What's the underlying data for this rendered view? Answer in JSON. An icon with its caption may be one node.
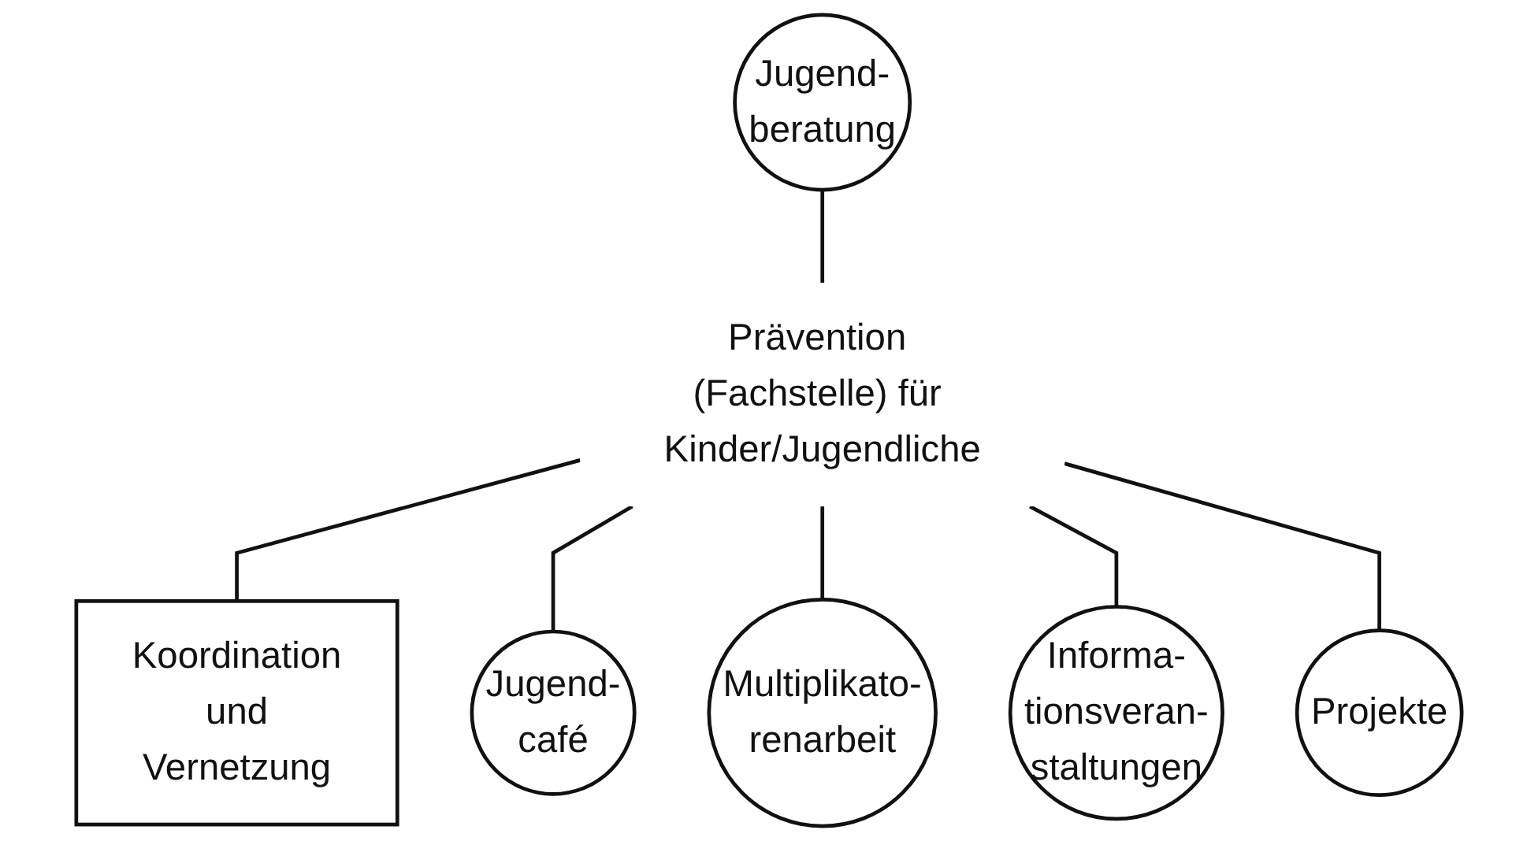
{
  "diagram": {
    "nodes": [
      {
        "text": [
          "Koordination und Vernetzung"
        ]
      },
      {
        "text": [
          "Jugend- beratung"
        ]
      },
      {
        "text": [
          "Prävention (Fachstelle) für Kinder/Jugendliche"
        ]
      },
      {
        "text": [
          "Jugend- café"
        ]
      },
      {
        "text": [
          "Multiplikato- renarbeit"
        ]
      },
      {
        "text": [
          "Informa- tionsveran- staltungen"
        ]
      },
      {
        "text": [
          "Projekte"
        ]
      }
    ],
    "edges": [
      {
        "from": 2,
        "to": 0,
        "arrow": "none"
      },
      {
        "from": 1,
        "to": 2,
        "arrow": "none"
      },
      {
        "from": 2,
        "to": 3,
        "arrow": "none"
      },
      {
        "from": 2,
        "to": 4,
        "arrow": "none"
      },
      {
        "from": 2,
        "to": 5,
        "arrow": "none"
      },
      {
        "from": 2,
        "to": 6,
        "arrow": "none"
      }
    ]
  }
}
